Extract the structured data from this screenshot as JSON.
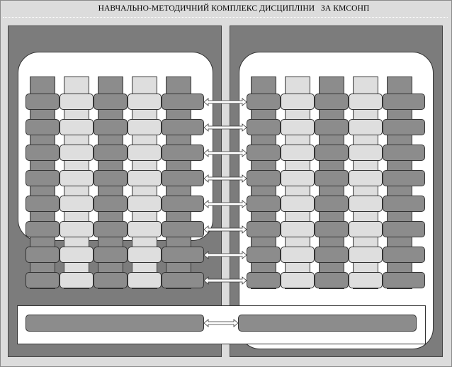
{
  "title": "НАВЧАЛЬНО-МЕТОДИЧНИЙ КОМПЛЕКС ДИСЦИПЛІНИ   ЗА КМСОНП",
  "colors": {
    "frame": "#dcdcdc",
    "panel": "#7c7c7c",
    "dark_block": "#8c8c8c",
    "light_block": "#dedede",
    "rounded_area": "#ffffff"
  },
  "connector_icon": "double-arrow-icon",
  "grid": {
    "rows": 8,
    "columns": 5,
    "column_shades": [
      "dark",
      "light",
      "dark",
      "light",
      "dark"
    ]
  }
}
